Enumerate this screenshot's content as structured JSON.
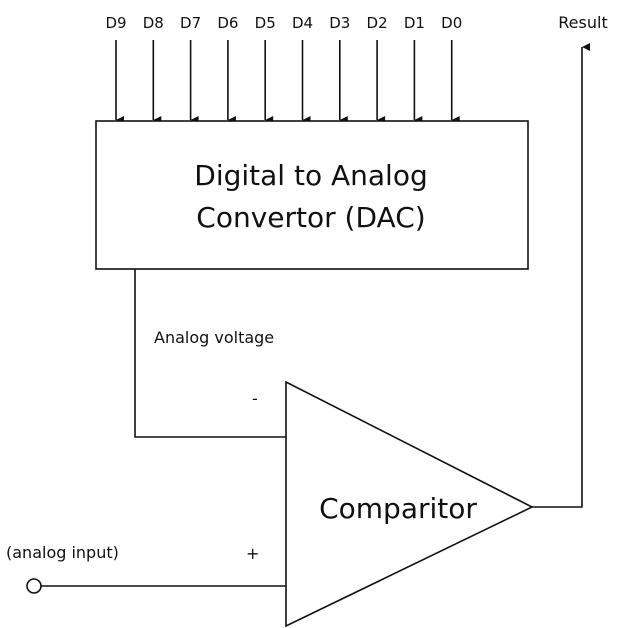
{
  "bits": [
    "D9",
    "D8",
    "D7",
    "D6",
    "D5",
    "D4",
    "D3",
    "D2",
    "D1",
    "D0"
  ],
  "result_label": "Result",
  "dac": {
    "line1": "Digital to Analog",
    "line2": "Convertor (DAC)"
  },
  "analog_voltage_label": "Analog voltage",
  "minus_label": "-",
  "plus_label": "+",
  "comparator_label": "Comparitor",
  "analog_input_label": "(analog input)"
}
